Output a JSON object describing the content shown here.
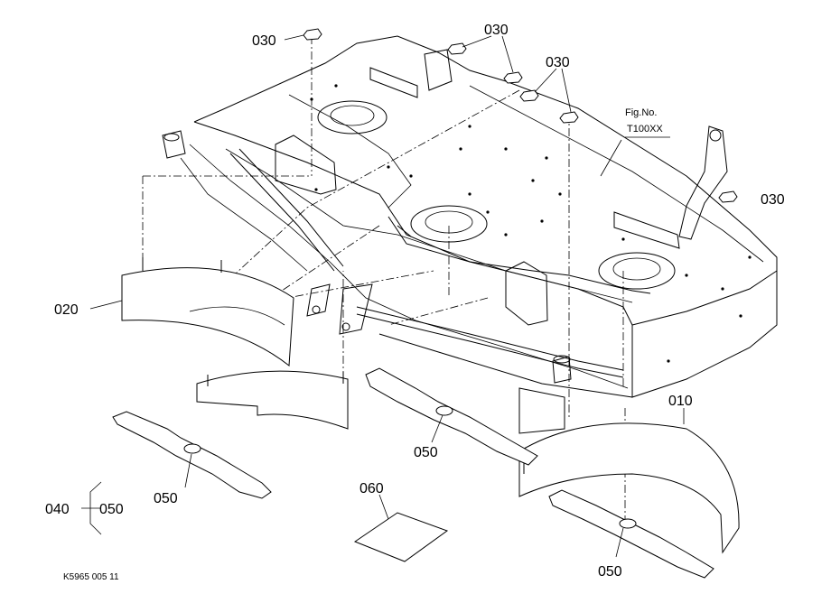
{
  "callouts": {
    "p030_a": "030",
    "p030_b": "030",
    "p030_c": "030",
    "p030_d": "030",
    "p020": "020",
    "p010": "010",
    "p050_a": "050",
    "p050_b": "050",
    "p050_c": "050",
    "p040": "040",
    "p050_d": "050",
    "p060": "060"
  },
  "fig_ref": {
    "line1": "Fig.No.",
    "line2": "T100XX"
  },
  "drawing_code": "K5965 005 11"
}
